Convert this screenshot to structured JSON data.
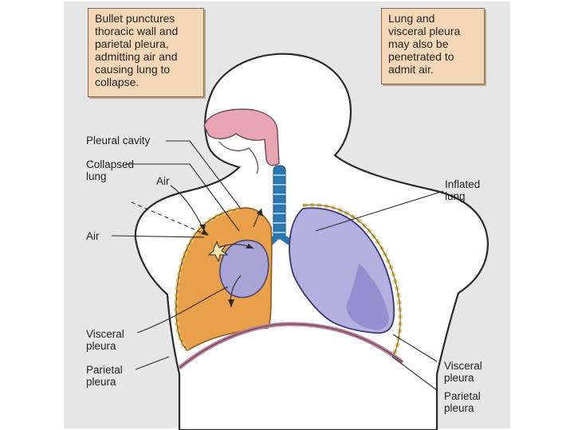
{
  "callouts": {
    "bullet": "Bullet punctures\nthoracic wall and\nparietal pleura,\nadmitting air and\ncausing lung to\ncollapse.",
    "lung": "Lung and\nvisceral pleura\nmay also be\npenetrated to\nadmit air."
  },
  "labels": {
    "pleural_cavity": "Pleural cavity",
    "collapsed_lung": "Collapsed\nlung",
    "air_upper": "Air",
    "air_left": "Air",
    "inflated_lung": "Inflated\nlung",
    "visceral_pleura_left": "Visceral\npleura",
    "parietal_pleura_left": "Parietal\npleura",
    "visceral_pleura_right": "Visceral\npleura",
    "parietal_pleura_right": "Parietal\npleura"
  },
  "colors": {
    "frame": "#e6e6e6",
    "body_outline": "#2a2a2a",
    "body_fill": "#ffffff",
    "pleural_cavity_fill": "#e8a04a",
    "collapsed_lung_fill": "#a8a4d6",
    "inflated_lung_fill": "#b3b0e0",
    "inflated_lung_shade": "#8f8bcc",
    "trachea": "#2b78b0",
    "pharynx": "#e8a5b4",
    "diaphragm": "#b87c96",
    "pleura_outer": "#c98a3a",
    "callout_bg": "#f4d7b6"
  }
}
